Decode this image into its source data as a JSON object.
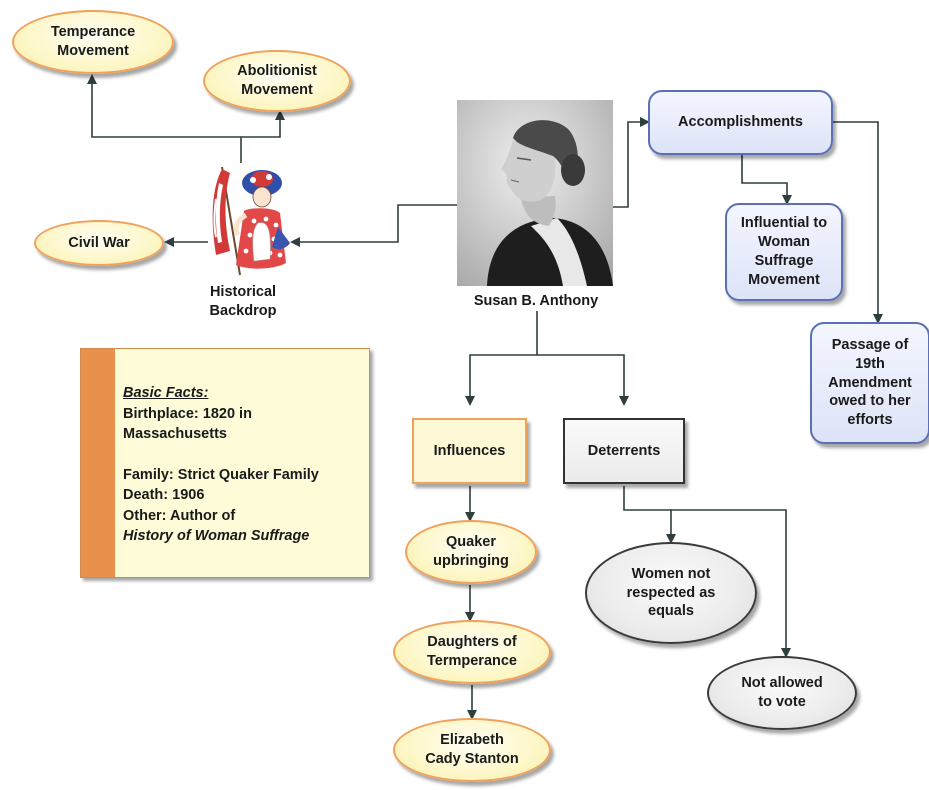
{
  "center": {
    "caption": "Susan B. Anthony",
    "portrait": "portrait-photo"
  },
  "backdrop": {
    "caption": "Historical\nBackdrop",
    "icon": "woman-with-flag-icon"
  },
  "nodes": {
    "temperance": "Temperance\nMovement",
    "abolitionist": "Abolitionist\nMovement",
    "civil_war": "Civil War",
    "accomplishments": "Accomplishments",
    "influential": "Influential to\nWoman\nSuffrage\nMovement",
    "passage": "Passage of\n19th\nAmendment\nowed to her\nefforts",
    "influences": "Influences",
    "deterrents": "Deterrents",
    "quaker": "Quaker\nupbringing",
    "daughters": "Daughters of\nTermperance",
    "elizabeth": "Elizabeth\nCady Stanton",
    "women_not_respected": "Women not\nrespected as\nequals",
    "not_allowed": "Not allowed\nto vote"
  },
  "facts": {
    "heading": "Basic Facts:",
    "birthplace_1": "Birthplace: 1820 in",
    "birthplace_2": "Massachusetts",
    "family": "Family: Strict Quaker Family",
    "death": "Death: 1906",
    "other_1": "Other: Author of",
    "other_2": "History of Woman Suffrage"
  },
  "colors": {
    "connector": "#2f3f3f",
    "yellow_fill": "#fdf7c8",
    "yellow_border": "#f0a15a",
    "blue_fill": "#dde3f7",
    "blue_border": "#5a6fb5",
    "gray_fill": "#ececec",
    "facts_bar": "#e8914c"
  }
}
